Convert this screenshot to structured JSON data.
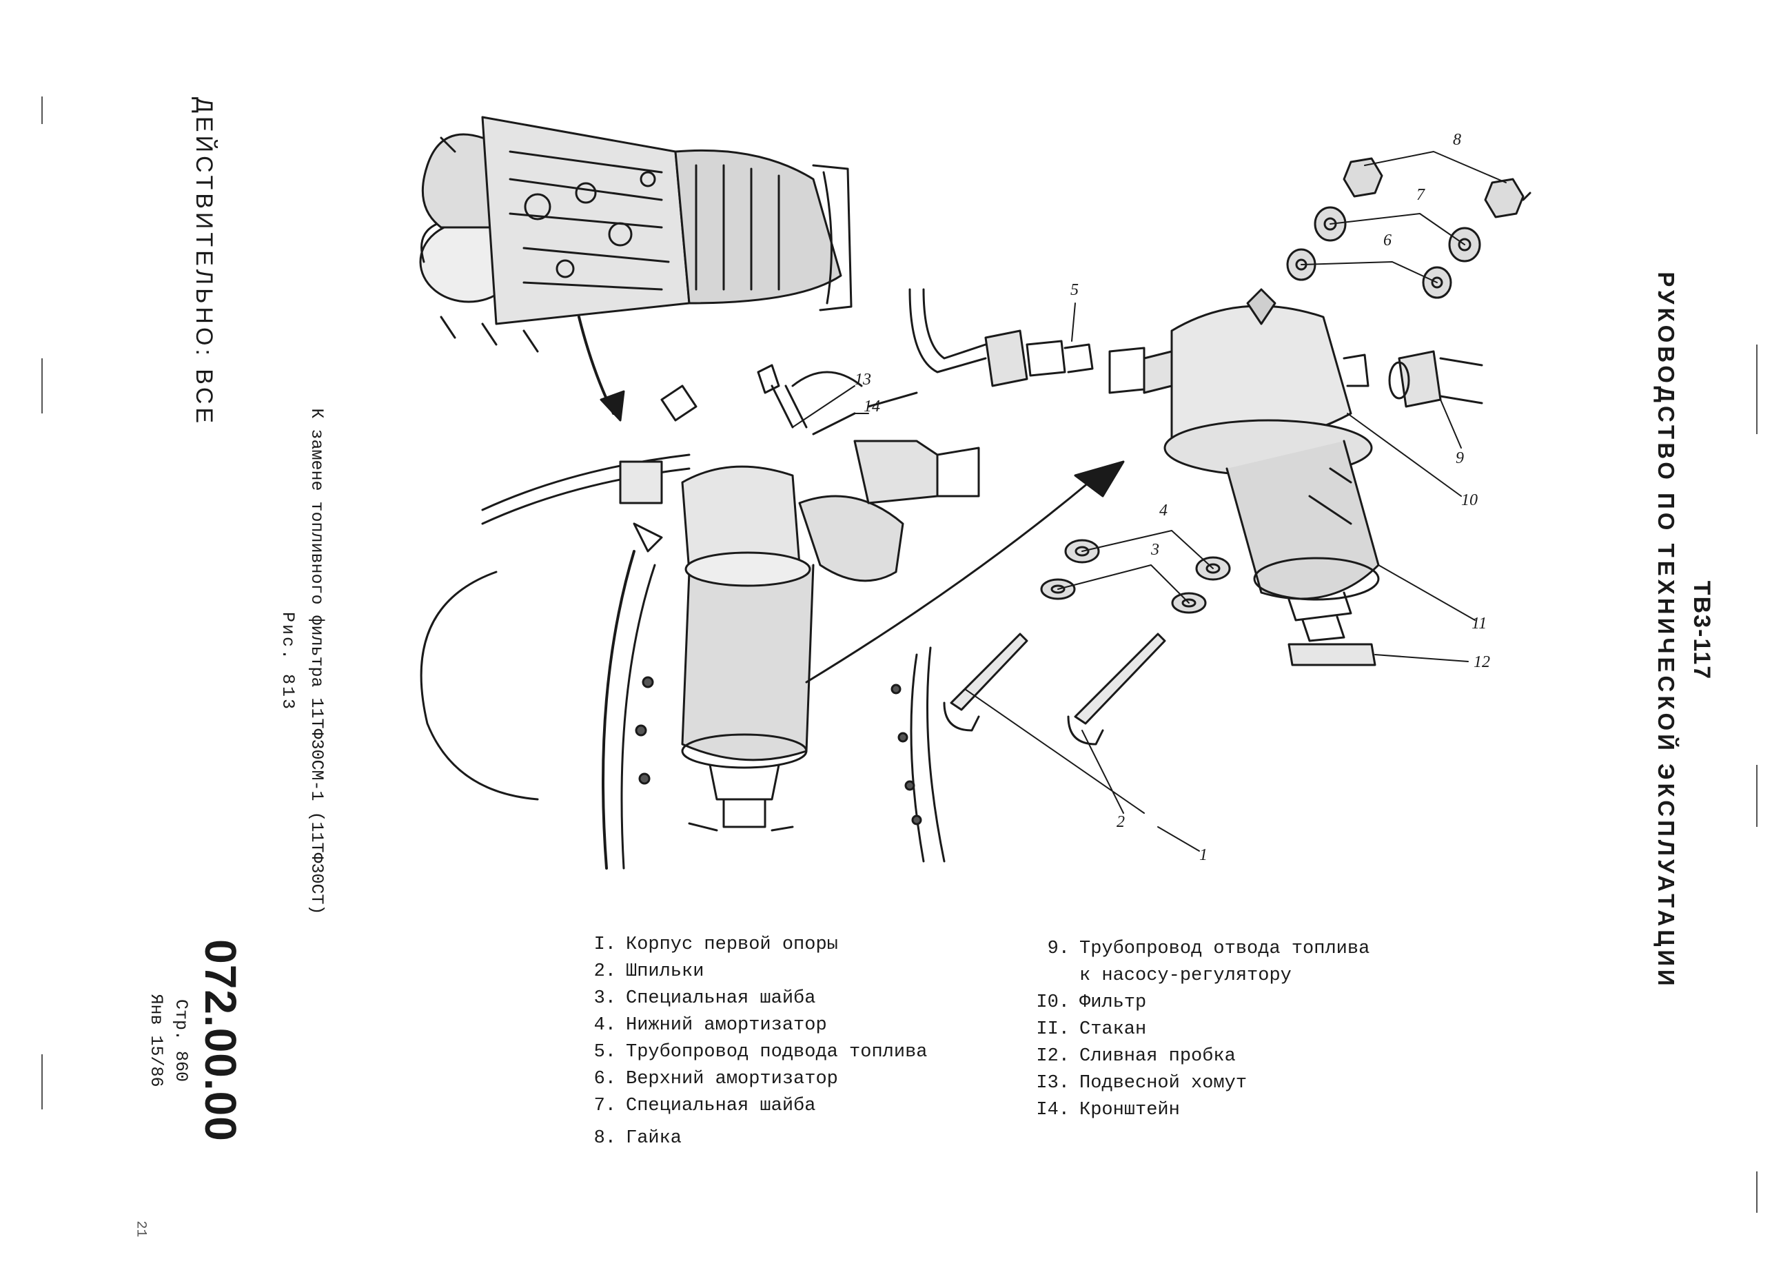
{
  "header": {
    "model": "ТВ3-117",
    "subtitle": "РУКОВОДСТВО ПО ТЕХНИЧЕСКОЙ ЭКСПЛУАТАЦИИ"
  },
  "validity": "ДЕЙСТВИТЕЛЬНО: ВСЕ",
  "figure": {
    "caption": "К замене топливного фильтра 11ТФ30СМ-1 (11ТФ30СТ)",
    "number": "Рис. 813"
  },
  "page": {
    "code": "072.00.00",
    "page_label": "Стр. 860",
    "date": "Янв 15/86"
  },
  "callouts": [
    "1",
    "2",
    "3",
    "4",
    "5",
    "6",
    "7",
    "8",
    "9",
    "10",
    "11",
    "12",
    "13",
    "14"
  ],
  "legend": {
    "left": [
      {
        "num": "I.",
        "text": "Корпус первой опоры"
      },
      {
        "num": "2.",
        "text": "Шпильки"
      },
      {
        "num": "3.",
        "text": "Специальная шайба"
      },
      {
        "num": "4.",
        "text": "Нижний амортизатор"
      },
      {
        "num": "5.",
        "text": "Трубопровод подвода топлива"
      },
      {
        "num": "6.",
        "text": "Верхний амортизатор"
      },
      {
        "num": "7.",
        "text": "Специальная шайба"
      },
      {
        "num": "8.",
        "text": "Гайка"
      }
    ],
    "right": [
      {
        "num": "9.",
        "text": "Трубопровод отвода топлива",
        "cont": "к насосу-регулятору"
      },
      {
        "num": "I0.",
        "text": "Фильтр"
      },
      {
        "num": "II.",
        "text": "Стакан"
      },
      {
        "num": "I2.",
        "text": "Сливная пробка"
      },
      {
        "num": "I3.",
        "text": "Подвесной хомут"
      },
      {
        "num": "I4.",
        "text": "Кронштейн"
      }
    ]
  },
  "stray_mark": "21"
}
